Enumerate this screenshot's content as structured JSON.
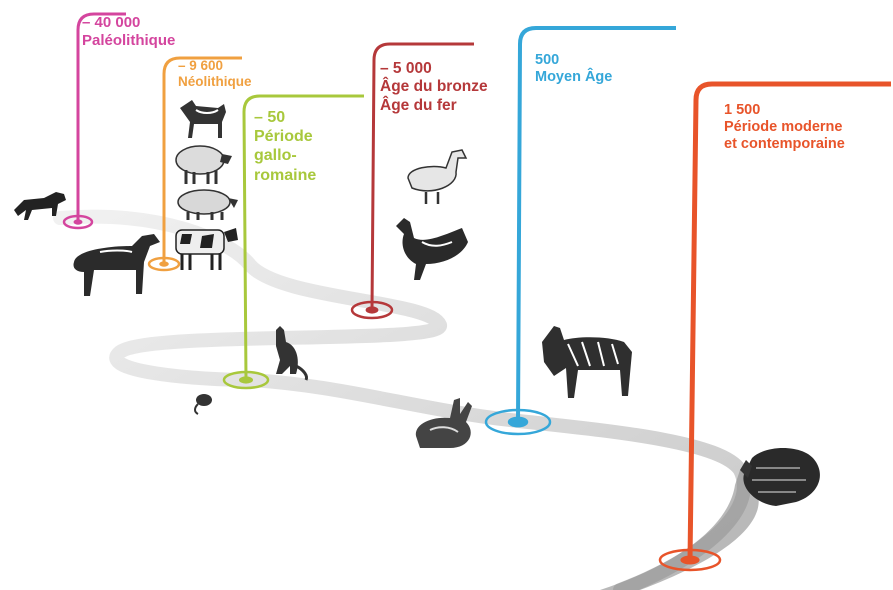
{
  "milestones": [
    {
      "year": "– 40 000",
      "lines": [
        "Paléolithique"
      ],
      "color": "#d4459e",
      "animals": [
        "dog"
      ]
    },
    {
      "year": "– 9 600",
      "lines": [
        "Néolithique"
      ],
      "color": "#f0a040",
      "animals": [
        "goat",
        "sheep",
        "pig",
        "cow",
        "horse"
      ]
    },
    {
      "year": "– 50",
      "lines": [
        "Période",
        "gallo-",
        "romaine"
      ],
      "color": "#a8c83c",
      "animals": [
        "cat",
        "mouse"
      ]
    },
    {
      "year": "– 5 000",
      "lines": [
        "Âge du bronze",
        "Âge du fer"
      ],
      "color": "#b5383a",
      "animals": [
        "duck",
        "rooster"
      ]
    },
    {
      "year": "500",
      "lines": [
        "Moyen Âge"
      ],
      "color": "#35a7d9",
      "animals": [
        "donkey",
        "rabbit"
      ]
    },
    {
      "year": "1 500",
      "lines": [
        "Période moderne",
        "et contemporaine"
      ],
      "color": "#e8542a",
      "animals": [
        "turkey"
      ]
    }
  ],
  "road_color": "#bdbdbd",
  "animal_color": "#222222"
}
